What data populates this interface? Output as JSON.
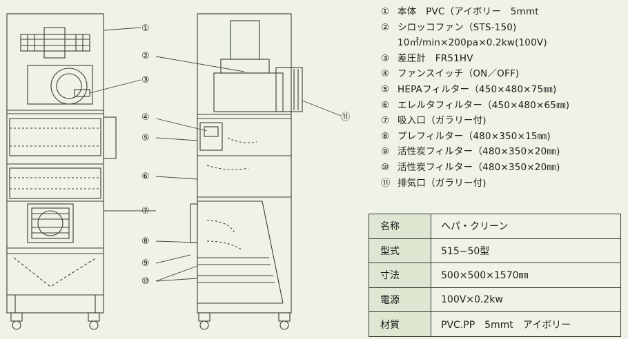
{
  "callouts": [
    "①",
    "②",
    "③",
    "④",
    "⑤",
    "⑥",
    "⑦",
    "⑧",
    "⑨",
    "⑩",
    "⑪"
  ],
  "parts": [
    {
      "num": "①",
      "text": "本体　PVC（アイボリー　5mmt"
    },
    {
      "num": "②",
      "text": "シロッコファン（STS-150)"
    },
    {
      "num": "",
      "text": "10㎥/min×200pa×0.2kw(100V)"
    },
    {
      "num": "③",
      "text": "差圧計　FR51HV"
    },
    {
      "num": "④",
      "text": "ファンスイッチ（ON／OFF)"
    },
    {
      "num": "⑤",
      "text": "HEPAフィルター（450×480×75㎜)"
    },
    {
      "num": "⑥",
      "text": "エレルタフィルター（450×480×65㎜)"
    },
    {
      "num": "⑦",
      "text": "吸入口（ガラリー付)"
    },
    {
      "num": "⑧",
      "text": "プレフィルター（480×350×15㎜)"
    },
    {
      "num": "⑨",
      "text": "活性炭フィルター（480×350×20㎜)"
    },
    {
      "num": "⑩",
      "text": "活性炭フィルター（480×350×20㎜)"
    },
    {
      "num": "⑪",
      "text": "排気口（ガラリー付)"
    }
  ],
  "spec_table": [
    {
      "label": "名称",
      "value": "ヘパ・クリーン"
    },
    {
      "label": "型式",
      "value": "515−50型"
    },
    {
      "label": "寸法",
      "value": "500×500×1570㎜"
    },
    {
      "label": "電源",
      "value": "100V×0.2kw"
    },
    {
      "label": "材質",
      "value": "PVC.PP　5mmt　アイボリー"
    }
  ],
  "colors": {
    "background": "#eef3e6",
    "line": "#3a3a3a",
    "leader": "#444444"
  }
}
